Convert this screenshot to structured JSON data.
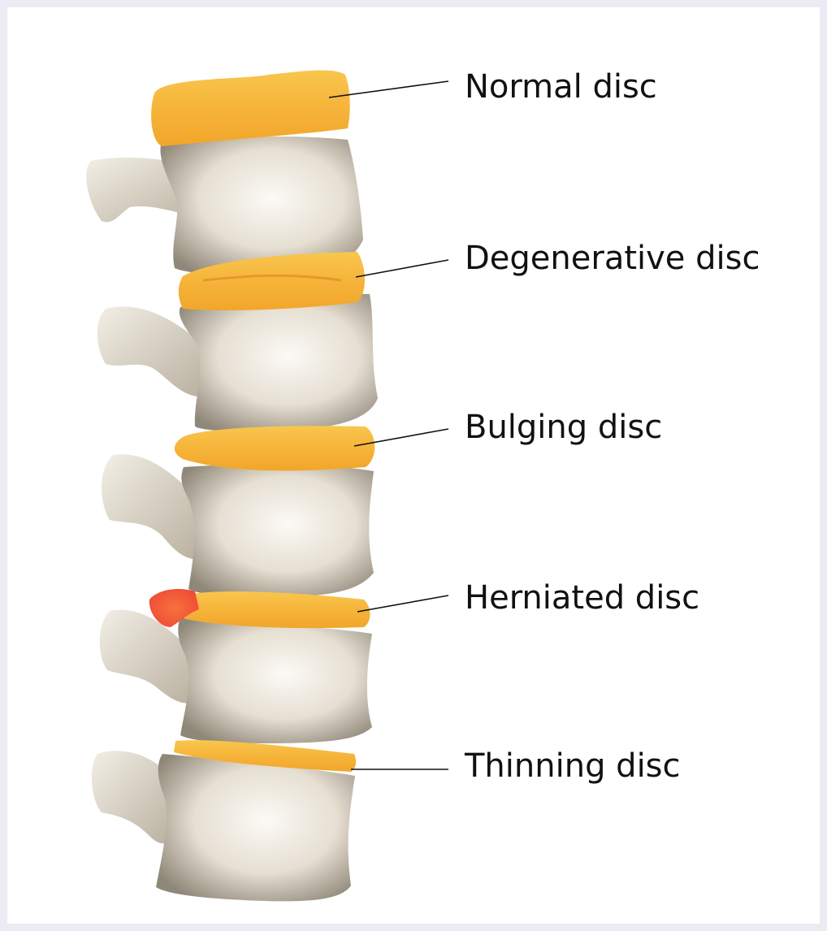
{
  "labels": {
    "normal": "Normal disc",
    "degenerative": "Degenerative disc",
    "bulging": "Bulging disc",
    "herniated": "Herniated disc",
    "thinning": "Thinning disc"
  },
  "colors": {
    "frame": "#ebebf3",
    "disc": "#f6b436",
    "bone": "#e4ddd0",
    "herniation": "#f0553a"
  }
}
